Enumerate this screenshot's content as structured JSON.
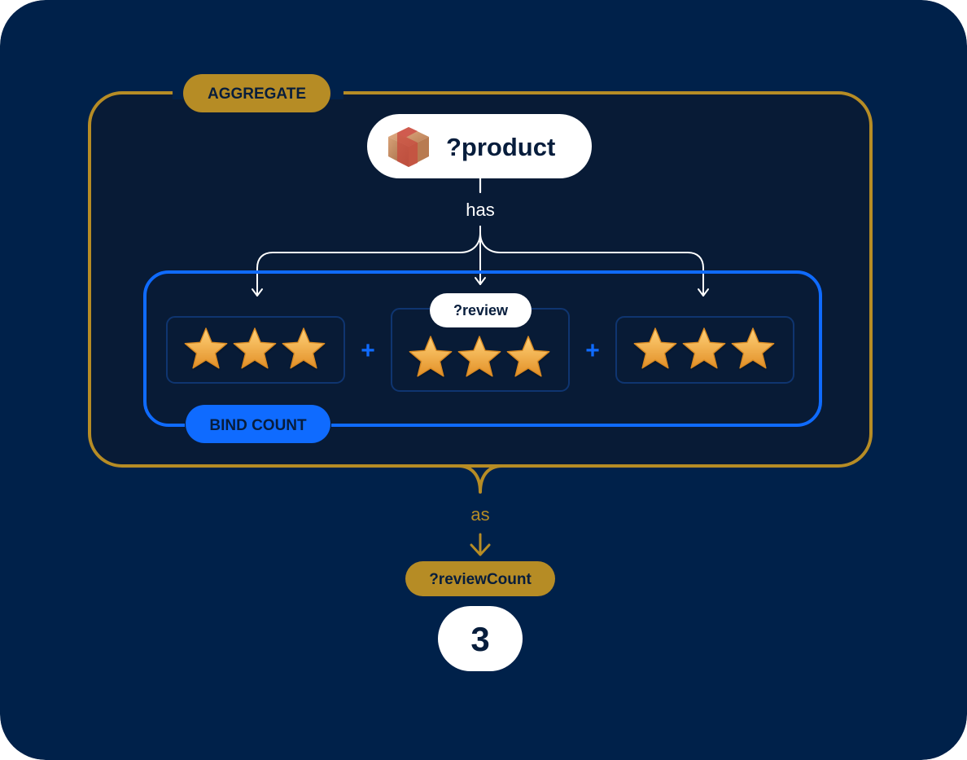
{
  "labels": {
    "aggregate": "AGGREGATE",
    "product": "?product",
    "has": "has",
    "review": "?review",
    "bind_count": "BIND COUNT",
    "plus": "+",
    "as": "as",
    "review_count": "?reviewCount",
    "result": "3"
  },
  "reviews": [
    {
      "stars": 3
    },
    {
      "stars": 3
    },
    {
      "stars": 3
    }
  ],
  "icons": {
    "product": "package-box-icon",
    "review": "star-icon"
  },
  "colors": {
    "background": "#00214A",
    "inner_panel": "#081B36",
    "gold": "#B68C25",
    "blue": "#0F6BFF",
    "review_border": "#0F3570",
    "white": "#FFFFFF",
    "dark_text": "#071D3C",
    "star_light": "#FFC765",
    "star_dark": "#E39128"
  }
}
